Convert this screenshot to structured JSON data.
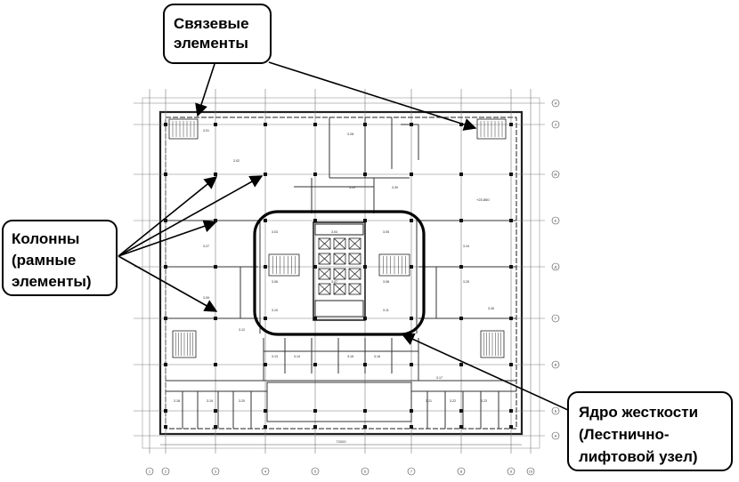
{
  "callouts": {
    "bracing": [
      "Связевые",
      "элементы"
    ],
    "columns": [
      "Колонны",
      "(рамные",
      "элементы)"
    ],
    "core": [
      "Ядро жесткости",
      "(Лестнично-",
      "лифтовой узел)"
    ]
  },
  "axes": {
    "numbers": [
      "1",
      "2",
      "3",
      "4",
      "5",
      "6",
      "7",
      "8",
      "9",
      "10"
    ],
    "letters_right": [
      "И",
      "З",
      "Ж",
      "Е",
      "Д",
      "Г",
      "В",
      "Б",
      "А"
    ],
    "dimension_bottom": "72000"
  },
  "rooms": {
    "small_labels": [
      "3.01",
      "3.02",
      "3.03",
      "3.04",
      "3.05",
      "3.06",
      "3.07",
      "3.08",
      "3.09",
      "3.10",
      "3.11",
      "3.12",
      "3.13",
      "3.14",
      "3.15",
      "3.16",
      "3.17",
      "3.18",
      "3.19",
      "3.20",
      "3.21",
      "3.22",
      "3.23",
      "3.24",
      "3.25",
      "3.26",
      "3.27",
      "3.28",
      "3.29",
      "3.30"
    ],
    "level_mark": "+23.850"
  },
  "colors": {
    "line": "#000000",
    "grid": "#6d6d6d",
    "wall": "#222222",
    "paper": "#ffffff"
  }
}
